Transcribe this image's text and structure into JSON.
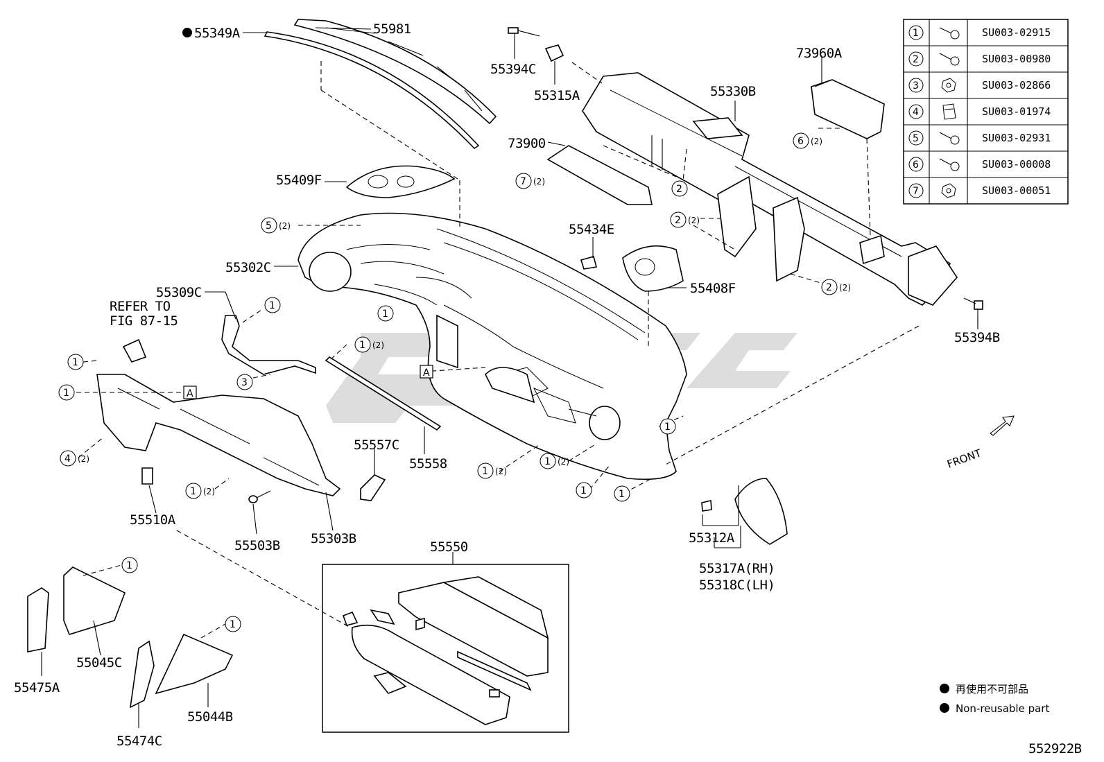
{
  "diagram_number": "552922B",
  "part_labels": {
    "p55349A": "55349A",
    "p55981": "55981",
    "p55394C": "55394C",
    "p55315A": "55315A",
    "p73960A": "73960A",
    "p55330B": "55330B",
    "p73900": "73900",
    "p55409F": "55409F",
    "p55434E": "55434E",
    "p55302C": "55302C",
    "p55408F": "55408F",
    "p55309C": "55309C",
    "p55394B": "55394B",
    "p55557C": "55557C",
    "p55558": "55558",
    "p55510A": "55510A",
    "p55503B": "55503B",
    "p55303B": "55303B",
    "p55312A": "55312A",
    "p55317A": "55317A(RH)",
    "p55318C": "55318C(LH)",
    "p55550": "55550",
    "p55045C": "55045C",
    "p55475A": "55475A",
    "p55044B": "55044B",
    "p55474C": "55474C"
  },
  "refer_note": {
    "line1": "REFER TO",
    "line2": "FIG 87-15"
  },
  "ref_box": "A",
  "front_label": "FRONT",
  "qty_2": "(2)",
  "callout_numbers": [
    "1",
    "2",
    "3",
    "4",
    "5",
    "6",
    "7"
  ],
  "fastener_table": [
    {
      "num": "1",
      "icon": "bolt-washer-icon",
      "code": "SU003-02915"
    },
    {
      "num": "2",
      "icon": "bolt-washer-icon",
      "code": "SU003-00980"
    },
    {
      "num": "3",
      "icon": "nut-icon",
      "code": "SU003-02866"
    },
    {
      "num": "4",
      "icon": "clip-nut-icon",
      "code": "SU003-01974"
    },
    {
      "num": "5",
      "icon": "bolt-washer-icon",
      "code": "SU003-02931"
    },
    {
      "num": "6",
      "icon": "bolt-washer-icon",
      "code": "SU003-00008"
    },
    {
      "num": "7",
      "icon": "nut-icon",
      "code": "SU003-00051"
    }
  ],
  "legend": {
    "jp": "再使用不可部品",
    "en": "Non-reusable part"
  },
  "watermark_text": "GSC"
}
